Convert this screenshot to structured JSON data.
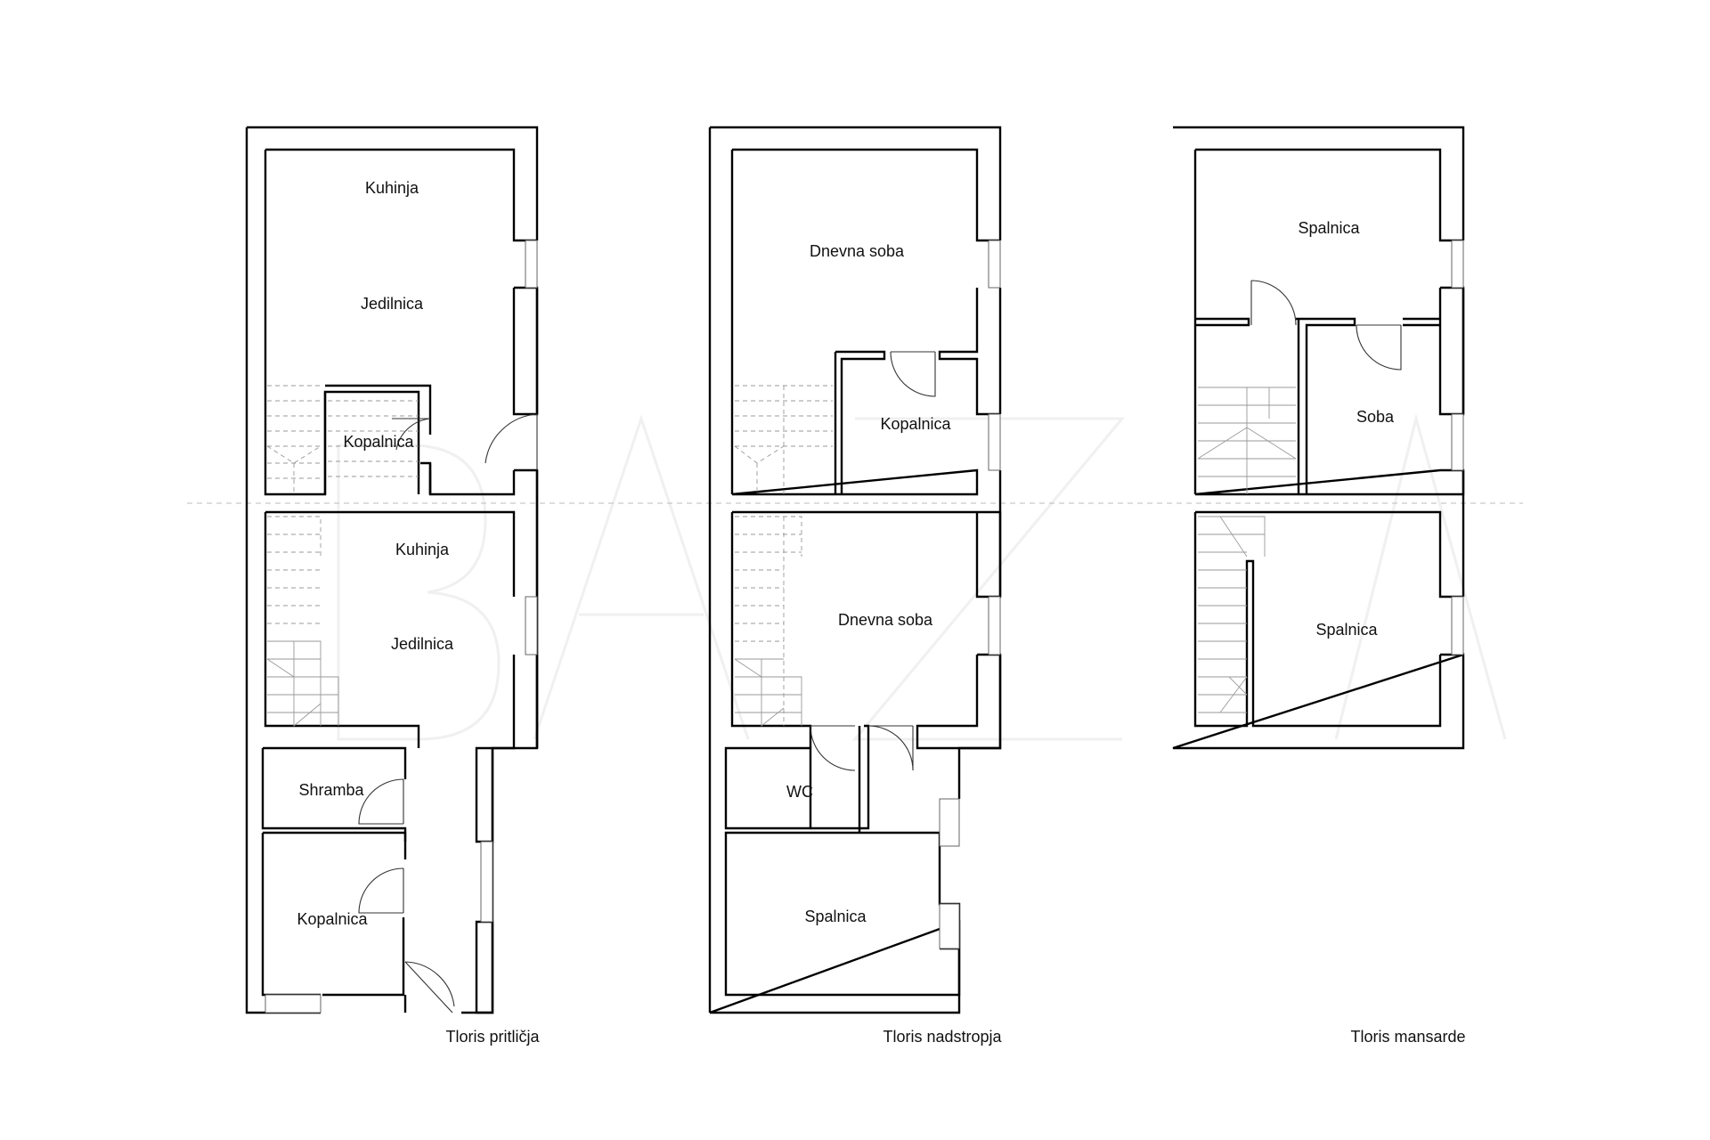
{
  "floor_plans": [
    {
      "caption": "Tloris pritličja",
      "rooms": [
        "Kuhinja",
        "Jedilnica",
        "Kopalnica",
        "Kuhinja",
        "Jedilnica",
        "Shramba",
        "Kopalnica"
      ]
    },
    {
      "caption": "Tloris nadstropja",
      "rooms": [
        "Dnevna soba",
        "Kopalnica",
        "Dnevna soba",
        "WC",
        "Spalnica"
      ]
    },
    {
      "caption": "Tloris mansarde",
      "rooms": [
        "Spalnica",
        "Soba",
        "Spalnica"
      ]
    }
  ]
}
